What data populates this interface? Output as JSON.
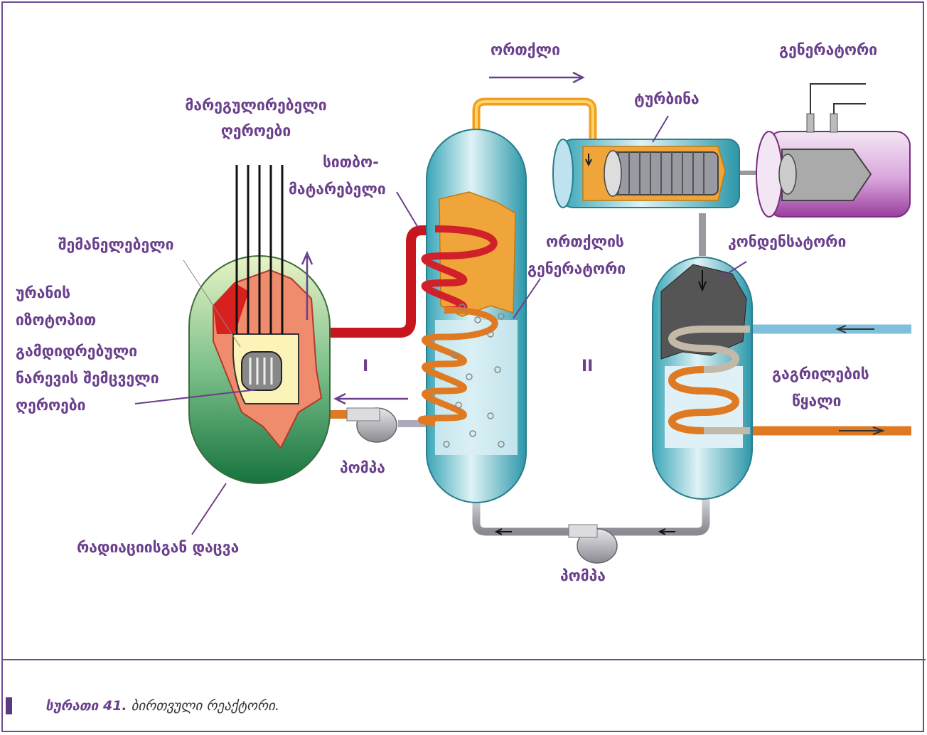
{
  "labels": {
    "steam": "ორთქლი",
    "generator": "გენერატორი",
    "control_rods": [
      "მარეგულირებელი",
      "ღეროები"
    ],
    "turbine": "ტურბინა",
    "coolant": [
      "სითბო-",
      "მატარებელი"
    ],
    "moderator": "შემანელებელი",
    "steam_generator": [
      "ორთქლის",
      "გენერატორი"
    ],
    "condenser": "კონდენსატორი",
    "fuel_rods": [
      "ურანის",
      "იზოტოპით",
      "გამდიდრებული",
      "ნარევის შემცველი",
      "ღეროები"
    ],
    "circuit_1": "I",
    "circuit_2": "II",
    "cooling_water": [
      "გაგრილების",
      "წყალი"
    ],
    "pump_1": "პომპა",
    "pump_2": "პომპა",
    "shielding": "რადიაციისგან დაცვა"
  },
  "caption": {
    "prefix": "სურათი 41.",
    "text": " ბირთვული რეაქტორი."
  },
  "colors": {
    "accent": "#6a3f8c",
    "frame": "#6d4d8e",
    "hot_loop": "#d0202a",
    "warm_loop": "#e07a22",
    "cold_pipe": "#9a9aa0",
    "water": "#bfe3ee",
    "reactor_shell": "#1f8a4a"
  }
}
